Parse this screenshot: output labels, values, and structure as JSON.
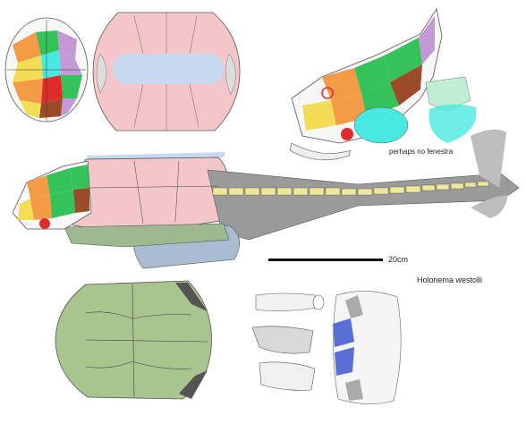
{
  "figure": {
    "species_name": "Holonema westolli",
    "scale_bar_label": "20cm",
    "annotation": "perhaps no fenestra"
  },
  "colors": {
    "armor_pink": "#f4c6c9",
    "belly_blue": "#c7d9ee",
    "axis_grey": "#9a9a9a",
    "vertebrae_yellow": "#efe79a",
    "fin_blue": "#a9bcd2",
    "ventral_green": "#9eb98d",
    "skull_green": "#a8c48f",
    "plate_magenta": "#c49ad6",
    "plate_orange": "#f39b45",
    "plate_yellow": "#f2dd55",
    "plate_green": "#35c25a",
    "plate_cyan": "#49e8e0",
    "plate_red": "#e02b2b",
    "plate_brown": "#9c4a2a"
  }
}
